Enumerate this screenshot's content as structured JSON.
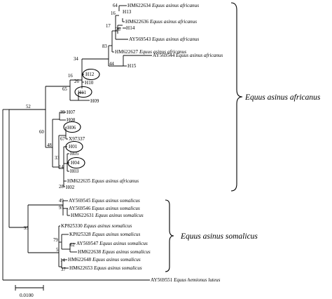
{
  "leaves": [
    {
      "id": "l0",
      "code": "HM622634",
      "species": "Equus asinus africanus"
    },
    {
      "id": "l1",
      "code": "H13",
      "species": ""
    },
    {
      "id": "l2",
      "code": "H14",
      "species": ""
    },
    {
      "id": "l3",
      "code": "HM622636",
      "species": "Equus asinus africanus"
    },
    {
      "id": "l4",
      "code": "AY569543",
      "species": "Equus asinus africanus"
    },
    {
      "id": "l5",
      "code": "HM622627",
      "species": "Equus asinus africanus"
    },
    {
      "id": "l6",
      "code": "AY569544",
      "species": "Equus asinus africanus"
    },
    {
      "id": "l7",
      "code": "H15",
      "species": ""
    },
    {
      "id": "l8",
      "code": "H12",
      "species": ""
    },
    {
      "id": "l9",
      "code": "H10",
      "species": ""
    },
    {
      "id": "l10",
      "code": "H11",
      "species": ""
    },
    {
      "id": "l11",
      "code": "H09",
      "species": ""
    },
    {
      "id": "l12",
      "code": "H07",
      "species": ""
    },
    {
      "id": "l13",
      "code": "H08",
      "species": ""
    },
    {
      "id": "l14",
      "code": "H06",
      "species": ""
    },
    {
      "id": "l15",
      "code": "X97337",
      "species": ""
    },
    {
      "id": "l16",
      "code": "H01",
      "species": ""
    },
    {
      "id": "l17",
      "code": "H05",
      "species": ""
    },
    {
      "id": "l18",
      "code": "H04",
      "species": ""
    },
    {
      "id": "l19",
      "code": "H03",
      "species": ""
    },
    {
      "id": "l20",
      "code": "HM622635",
      "species": "Equus asinus africanus"
    },
    {
      "id": "l21",
      "code": "H02",
      "species": ""
    },
    {
      "id": "l22",
      "code": "AY569545",
      "species": "Equus asinus somalicus"
    },
    {
      "id": "l23",
      "code": "AY569546",
      "species": "Equus asinus somalicus"
    },
    {
      "id": "l24",
      "code": "HM622631",
      "species": "Equus asinus somalicus"
    },
    {
      "id": "l25",
      "code": "KP825330",
      "species": "Equus asinus somalicus"
    },
    {
      "id": "l26",
      "code": "KP825328",
      "species": "Equus asinus somalicus"
    },
    {
      "id": "l27",
      "code": "AY569547",
      "species": "Equus asinus somalicus"
    },
    {
      "id": "l28",
      "code": "HM622638",
      "species": "Equus asinus somalicus"
    },
    {
      "id": "l29",
      "code": "HM622648",
      "species": "Equus asinus somalicus"
    },
    {
      "id": "l30",
      "code": "HM622653",
      "species": "Equus asinus somalicus"
    },
    {
      "id": "l31",
      "code": "AY569551",
      "species": "Equus hemionus luteus"
    }
  ],
  "highlighted": [
    "H12",
    "H11",
    "H06",
    "H01",
    "H04"
  ],
  "bootstrap": [
    {
      "id": "b64",
      "value": "64"
    },
    {
      "id": "b16",
      "value": "16"
    },
    {
      "id": "b26",
      "value": "26"
    },
    {
      "id": "b17",
      "value": "17"
    },
    {
      "id": "b83",
      "value": "83"
    },
    {
      "id": "b44",
      "value": "44"
    },
    {
      "id": "b34",
      "value": "34"
    },
    {
      "id": "b26b",
      "value": "26"
    },
    {
      "id": "b16b",
      "value": "16"
    },
    {
      "id": "b65",
      "value": "65"
    },
    {
      "id": "b52",
      "value": "52"
    },
    {
      "id": "b39",
      "value": "39"
    },
    {
      "id": "b60",
      "value": "60"
    },
    {
      "id": "b67",
      "value": "67"
    },
    {
      "id": "b48",
      "value": "48"
    },
    {
      "id": "b33",
      "value": "33"
    },
    {
      "id": "b14",
      "value": "14"
    },
    {
      "id": "b28",
      "value": "28"
    },
    {
      "id": "b49",
      "value": "49"
    },
    {
      "id": "b95a",
      "value": "95"
    },
    {
      "id": "b95b",
      "value": "95"
    },
    {
      "id": "b79",
      "value": "79"
    },
    {
      "id": "b62",
      "value": "62"
    },
    {
      "id": "b5",
      "value": "5"
    },
    {
      "id": "b14b",
      "value": "14"
    },
    {
      "id": "b37",
      "value": "37"
    }
  ],
  "clades": [
    {
      "id": "africanus",
      "label": "Equus asinus africanus"
    },
    {
      "id": "somalicus",
      "label": "Equus asinus somalicus"
    }
  ],
  "scale_bar": {
    "label": "0.0100"
  }
}
